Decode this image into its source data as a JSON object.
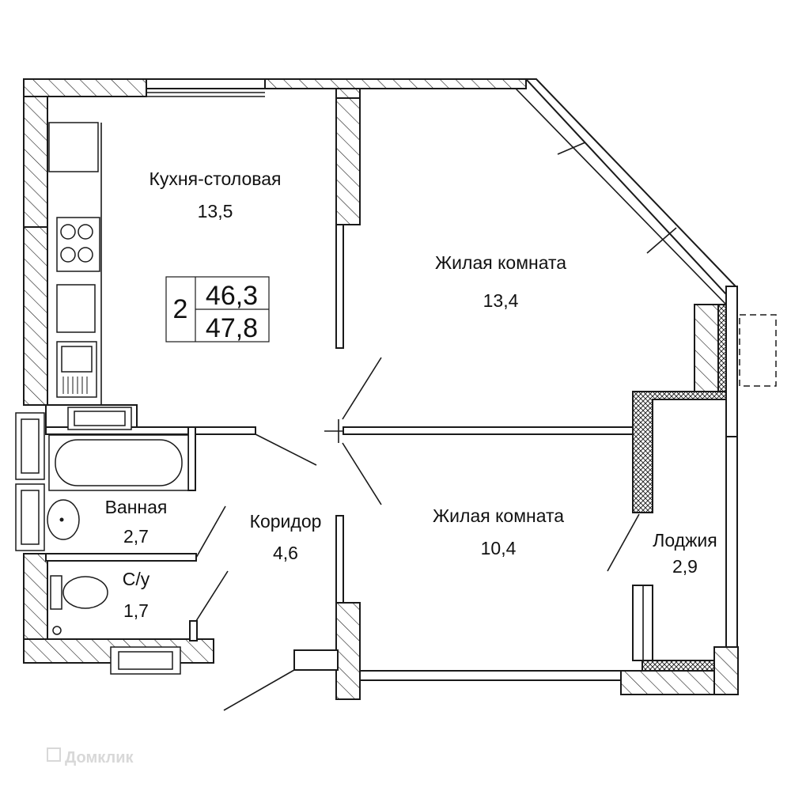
{
  "rooms": {
    "kitchen": {
      "name": "Кухня-столовая",
      "area": "13,5"
    },
    "living1": {
      "name": "Жилая комната",
      "area": "13,4"
    },
    "living2": {
      "name": "Жилая комната",
      "area": "10,4"
    },
    "bathroom": {
      "name": "Ванная",
      "area": "2,7"
    },
    "corridor": {
      "name": "Коридор",
      "area": "4,6"
    },
    "wc": {
      "name": "С/у",
      "area": "1,7"
    },
    "loggia": {
      "name": "Лоджия",
      "area": "2,9"
    }
  },
  "summary": {
    "rooms_count": "2",
    "area_living": "46,3",
    "area_total": "47,8"
  },
  "watermark": "Домклик"
}
